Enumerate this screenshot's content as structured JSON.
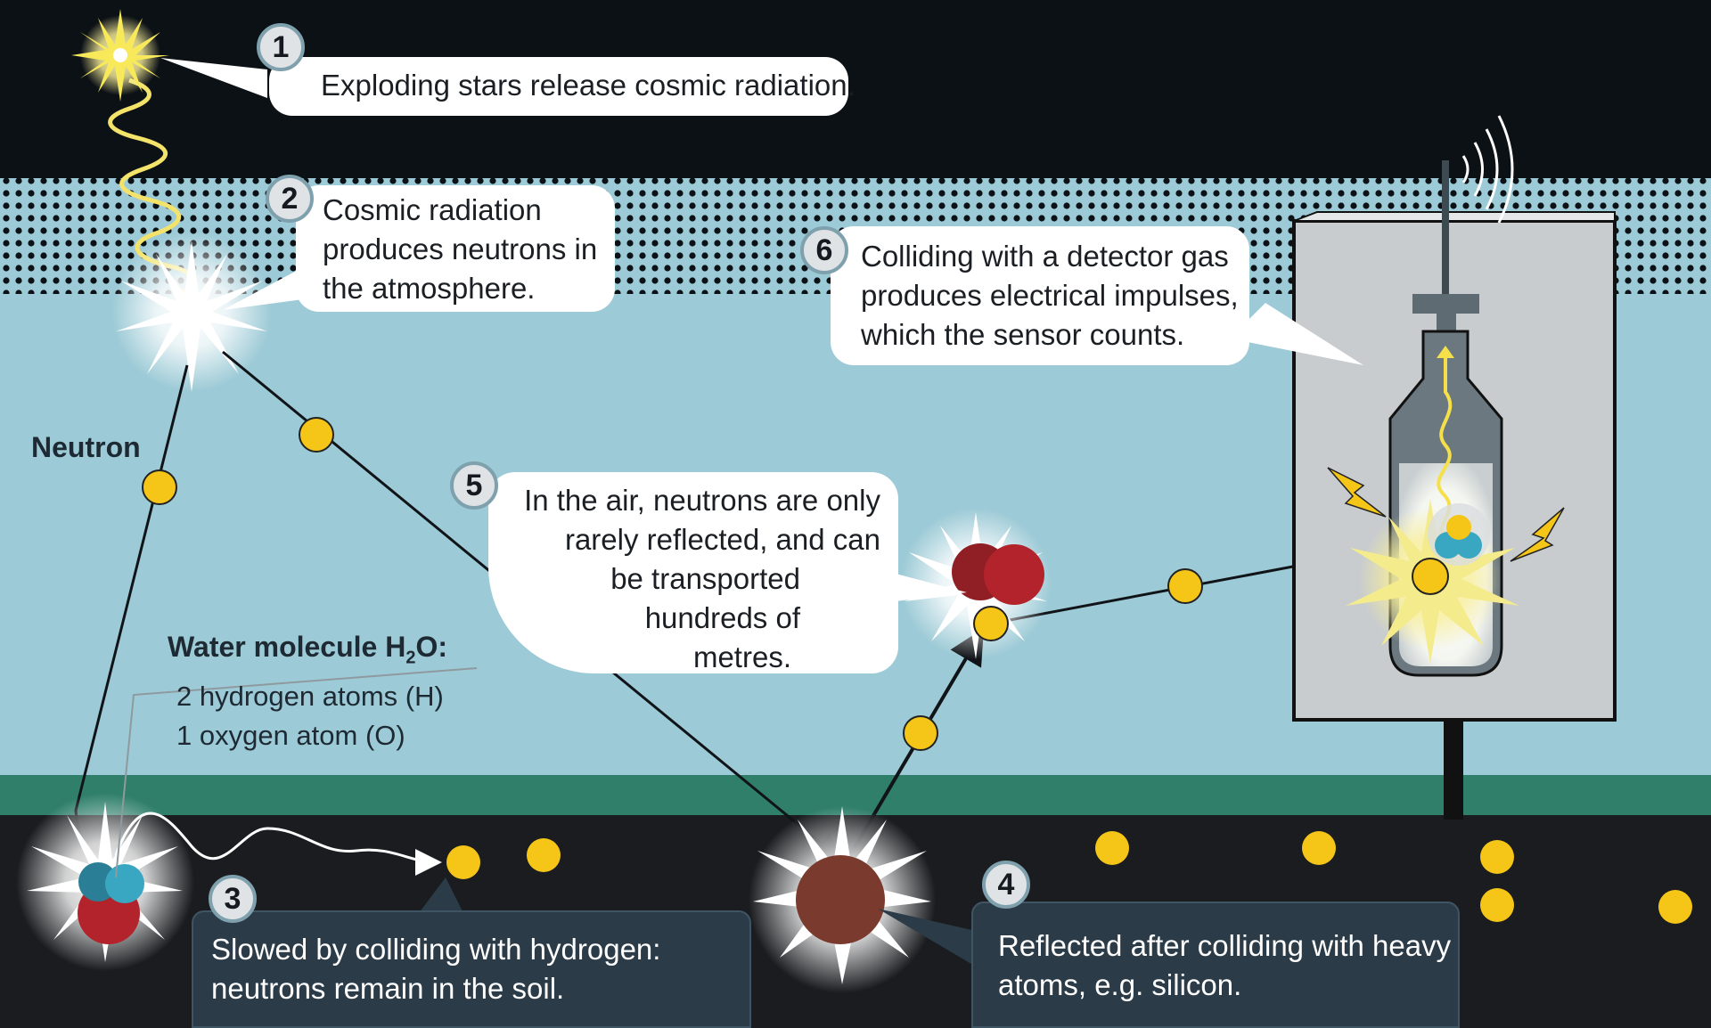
{
  "colors": {
    "sky_night": "#0c1116",
    "sky_day": "#9ccad6",
    "grass": "#2f7f6b",
    "soil": "#1a1c1f",
    "neutron": "#f5c518",
    "hydrogen": "#3aa7c2",
    "oxygen": "#b3232b",
    "silicon": "#7a3b2e",
    "detector_box": "#c8ccce",
    "callout_dark": "#2b3b47"
  },
  "steps": [
    {
      "number": "1",
      "lines": [
        "Exploding stars release cosmic radiation."
      ]
    },
    {
      "number": "2",
      "lines": [
        "Cosmic radiation",
        "produces neutrons in",
        "the atmosphere."
      ]
    },
    {
      "number": "3",
      "lines": [
        "Slowed by colliding with hydrogen:",
        "neutrons remain in the soil."
      ]
    },
    {
      "number": "4",
      "lines": [
        "Reflected after colliding with heavy",
        "atoms, e.g. silicon."
      ]
    },
    {
      "number": "5",
      "lines": [
        "In the air, neutrons are only",
        "rarely reflected, and can",
        "be transported",
        "hundreds of",
        "metres."
      ]
    },
    {
      "number": "6",
      "lines": [
        "Colliding with a detector gas",
        "produces electrical impulses,",
        "which the sensor counts."
      ]
    }
  ],
  "labels": {
    "neutron": "Neutron",
    "water_title": "Water molecule H",
    "water_sub": "2",
    "water_title_end": "O:",
    "water_lines": [
      "2 hydrogen atoms (H)",
      "1 oxygen atom (O)"
    ]
  },
  "icons": [
    "star-burst-icon",
    "cosmic-ray-wave-icon",
    "neutron-icon",
    "hydrogen-atom-icon",
    "oxygen-atom-icon",
    "silicon-atom-icon",
    "detector-icon",
    "lightning-icon",
    "radio-wave-icon"
  ]
}
